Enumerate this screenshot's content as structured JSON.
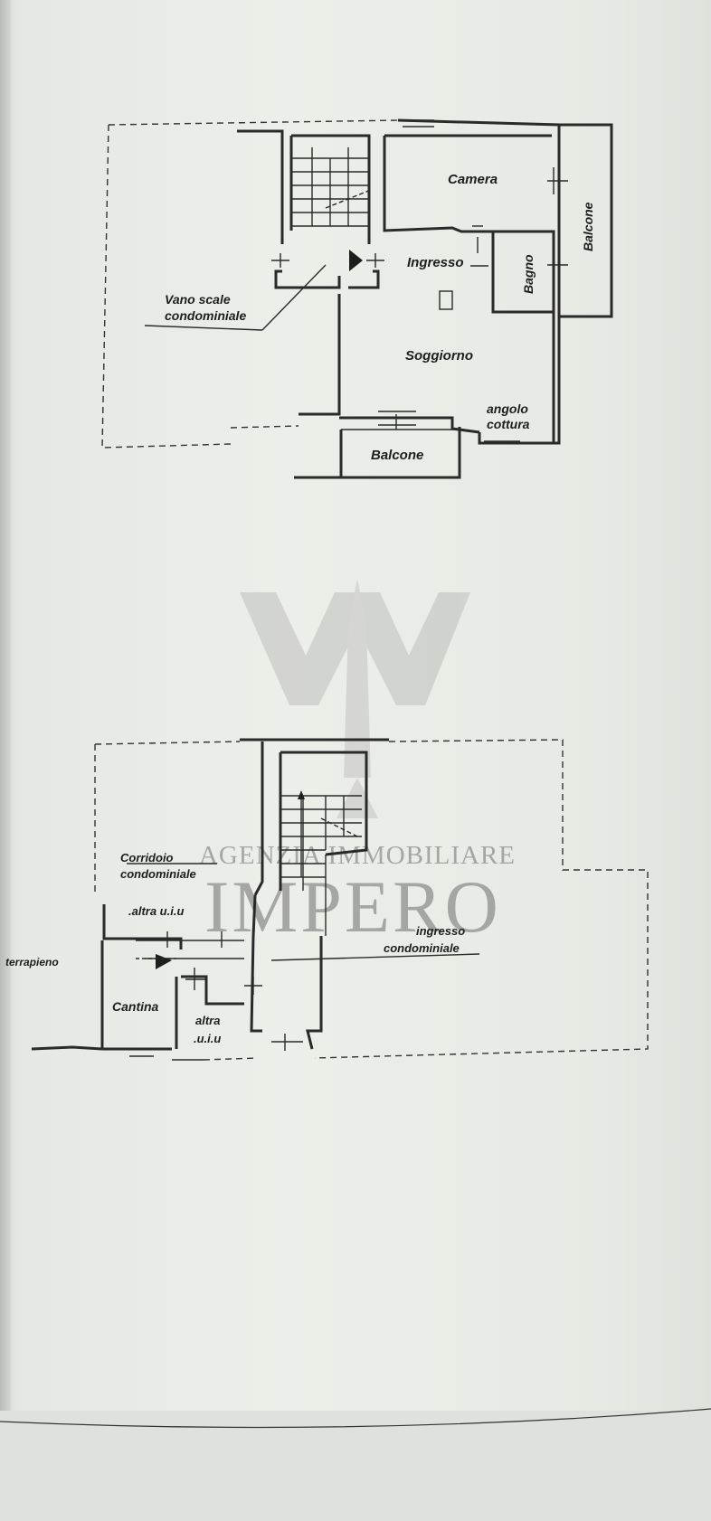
{
  "upper_floor": {
    "rooms": {
      "camera": "Camera",
      "ingresso": "Ingresso",
      "bagno": "Bagno",
      "soggiorno": "Soggiorno",
      "angolo_line1": "angolo",
      "angolo_line2": "cottura",
      "balcone_side": "Balcone",
      "balcone_bottom": "Balcone"
    },
    "stair_label_line1": "Vano scale",
    "stair_label_line2": "condominiale"
  },
  "lower_floor": {
    "corridoio_line1": "Corridoio",
    "corridoio_line2": "condominiale",
    "altra_uiu_top": ".altra u.i.u",
    "terrapieno": "terrapieno",
    "cantina": "Cantina",
    "altra_line1": "altra",
    "altra_line2": ".u.i.u",
    "ingresso_line1": "ingresso",
    "ingresso_line2": "condominiale"
  },
  "watermark": {
    "agency": "AGENZIA IMMOBILIARE",
    "brand": "IMPERO"
  }
}
